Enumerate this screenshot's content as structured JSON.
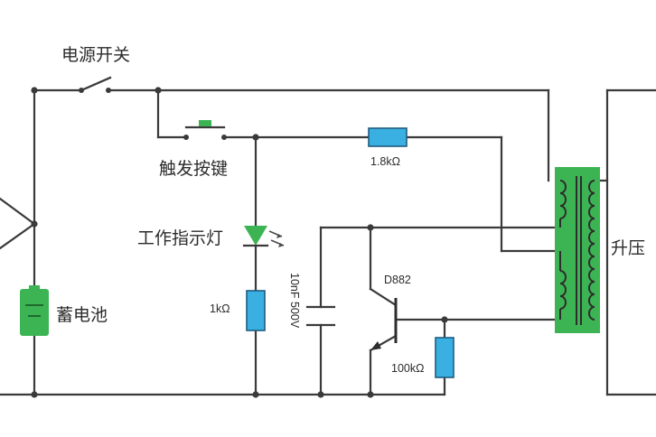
{
  "labels": {
    "power_switch": "电源开关",
    "trigger_button": "触发按键",
    "indicator_light": "工作指示灯",
    "battery": "蓄电池",
    "transformer": "升压",
    "r_feedback": "1.8kΩ",
    "r_led": "1kΩ",
    "capacitor": "10nF 500V",
    "transistor": "D882",
    "r_base": "100kΩ"
  },
  "colors": {
    "wire": "#3a3a3a",
    "resistor": "#3ab0e2",
    "component_green": "#3db454"
  }
}
